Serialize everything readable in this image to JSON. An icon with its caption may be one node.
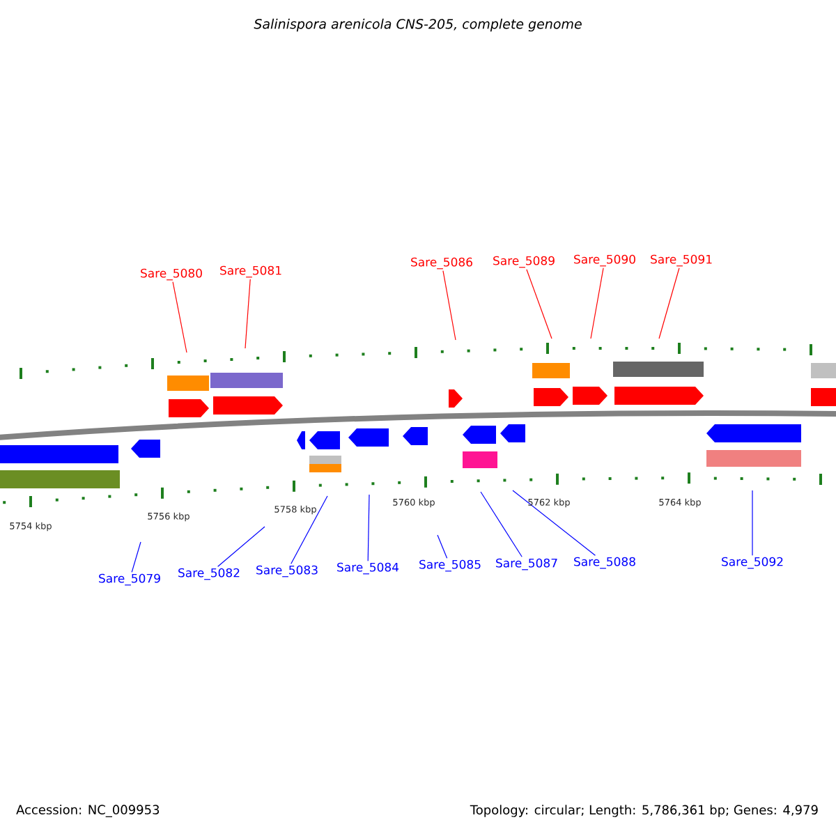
{
  "diagram": {
    "title": "Salinispora arenicola CNS-205, complete genome",
    "nodes": [
      {
        "text": [
          "Sare_5080"
        ]
      },
      {
        "text": [
          "Sare_5081"
        ]
      },
      {
        "text": [
          "Sare_5086"
        ]
      },
      {
        "text": [
          "Sare_5089"
        ]
      },
      {
        "text": [
          "Sare_5090"
        ]
      },
      {
        "text": [
          "Sare_5091"
        ]
      },
      {
        "text": [
          "Sare_5079"
        ]
      },
      {
        "text": [
          "Sare_5082"
        ]
      },
      {
        "text": [
          "Sare_5083"
        ]
      },
      {
        "text": [
          "Sare_5084"
        ]
      },
      {
        "text": [
          "Sare_5085"
        ]
      },
      {
        "text": [
          "Sare_5087"
        ]
      },
      {
        "text": [
          "Sare_5088"
        ]
      },
      {
        "text": [
          "Sare_5092"
        ]
      }
    ],
    "edges": [
      {
        "from": 0,
        "to": null,
        "arrow": "none",
        "color": "#ff0000"
      },
      {
        "from": 1,
        "to": null,
        "arrow": "none",
        "color": "#ff0000"
      },
      {
        "from": 2,
        "to": null,
        "arrow": "none",
        "color": "#ff0000"
      },
      {
        "from": 3,
        "to": null,
        "arrow": "none",
        "color": "#ff0000"
      },
      {
        "from": 4,
        "to": null,
        "arrow": "none",
        "color": "#ff0000"
      },
      {
        "from": 5,
        "to": null,
        "arrow": "none",
        "color": "#ff0000"
      },
      {
        "from": 6,
        "to": null,
        "arrow": "none"
      },
      {
        "from": 7,
        "to": null,
        "arrow": "none"
      },
      {
        "from": 8,
        "to": null,
        "arrow": "none"
      },
      {
        "from": 9,
        "to": null,
        "arrow": "none"
      },
      {
        "from": 10,
        "to": null,
        "arrow": "none"
      },
      {
        "from": 11,
        "to": null,
        "arrow": "none"
      },
      {
        "from": 12,
        "to": null,
        "arrow": "none"
      },
      {
        "from": 13,
        "to": null,
        "arrow": "none"
      }
    ],
    "labels": [
      "5754 kbp",
      "5756 kbp",
      "5758 kbp",
      "5760 kbp",
      "5762 kbp",
      "5764 kbp",
      "Accession: NC_009953",
      "Topology: circular; Length: 5,786,361 bp; Genes: 4,979"
    ]
  }
}
